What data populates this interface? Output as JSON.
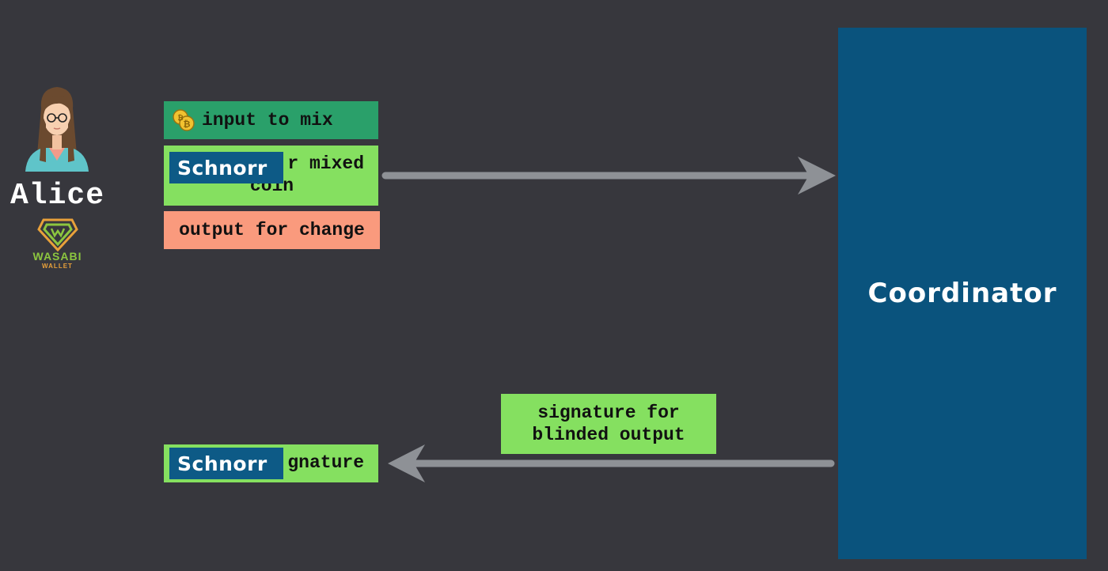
{
  "participant": {
    "name": "Alice",
    "avatar_icon": "woman-with-glasses-avatar-icon"
  },
  "wallet": {
    "brand": "WASABI",
    "sub": "WALLET",
    "logo_icon": "wasabi-shield-logo"
  },
  "outgoing": {
    "input_label": "input to mix",
    "mixed_line1": "r mixed",
    "mixed_line2": "coin",
    "change_label": "output for change",
    "schnorr_label": "Schnorr"
  },
  "incoming": {
    "signature_line1": "signature for",
    "signature_line2": "blinded output",
    "unblinded_label": "gnature",
    "schnorr_label": "Schnorr"
  },
  "coordinator": {
    "label": "Coordinator"
  },
  "colors": {
    "background": "#37373d",
    "input_green": "#2aa06a",
    "light_green": "#85e060",
    "salmon": "#fa9a7d",
    "coordinator_blue": "#0a537d",
    "schnorr_blue": "#0d5a86",
    "arrow_gray": "#8e9196"
  }
}
